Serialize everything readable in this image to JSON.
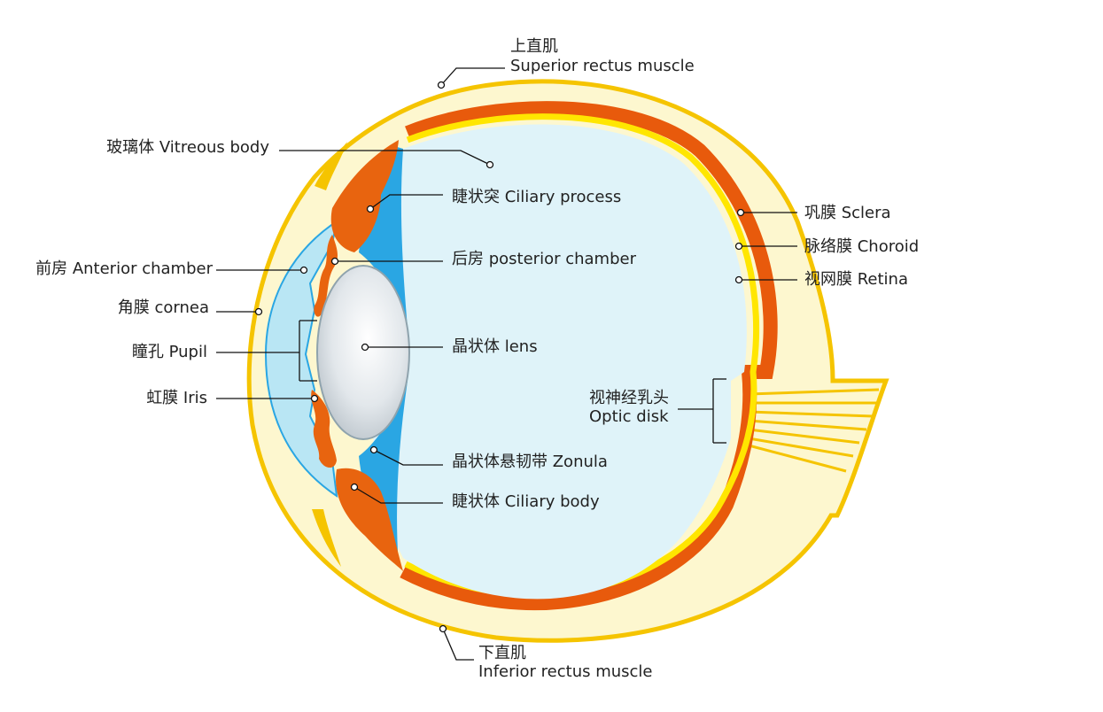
{
  "labels": {
    "superior_rectus": {
      "zh": "上直肌",
      "en": "Superior rectus muscle"
    },
    "inferior_rectus": {
      "zh": "下直肌",
      "en": "Inferior rectus muscle"
    },
    "vitreous_body": "玻璃体 Vitreous body",
    "ciliary_process": "睫状突  Ciliary process",
    "posterior_chamber": "后房 posterior chamber",
    "anterior_chamber": "前房 Anterior chamber",
    "cornea": "角膜 cornea",
    "pupil": "瞳孔 Pupil",
    "lens": "晶状体 lens",
    "iris": "虹膜 Iris",
    "zonula": "晶状体悬韧带 Zonula",
    "ciliary_body": "睫状体 Ciliary body",
    "sclera": "巩膜 Sclera",
    "choroid": "脉络膜 Choroid",
    "retina": "视网膜 Retina",
    "optic_disk": {
      "zh": "视神经乳头",
      "en": "Optic disk"
    }
  },
  "colors": {
    "sclera_outer": "#f5c400",
    "sclera_fill": "#fdf7cf",
    "choroid": "#e85a0c",
    "retina": "#ffe600",
    "vitreous": "#dff3f9",
    "aqueous": "#b9e6f4",
    "ciliary_blue": "#2aa6e3",
    "lens": "#dfe4e8",
    "muscle_orange": "#e8640f"
  }
}
